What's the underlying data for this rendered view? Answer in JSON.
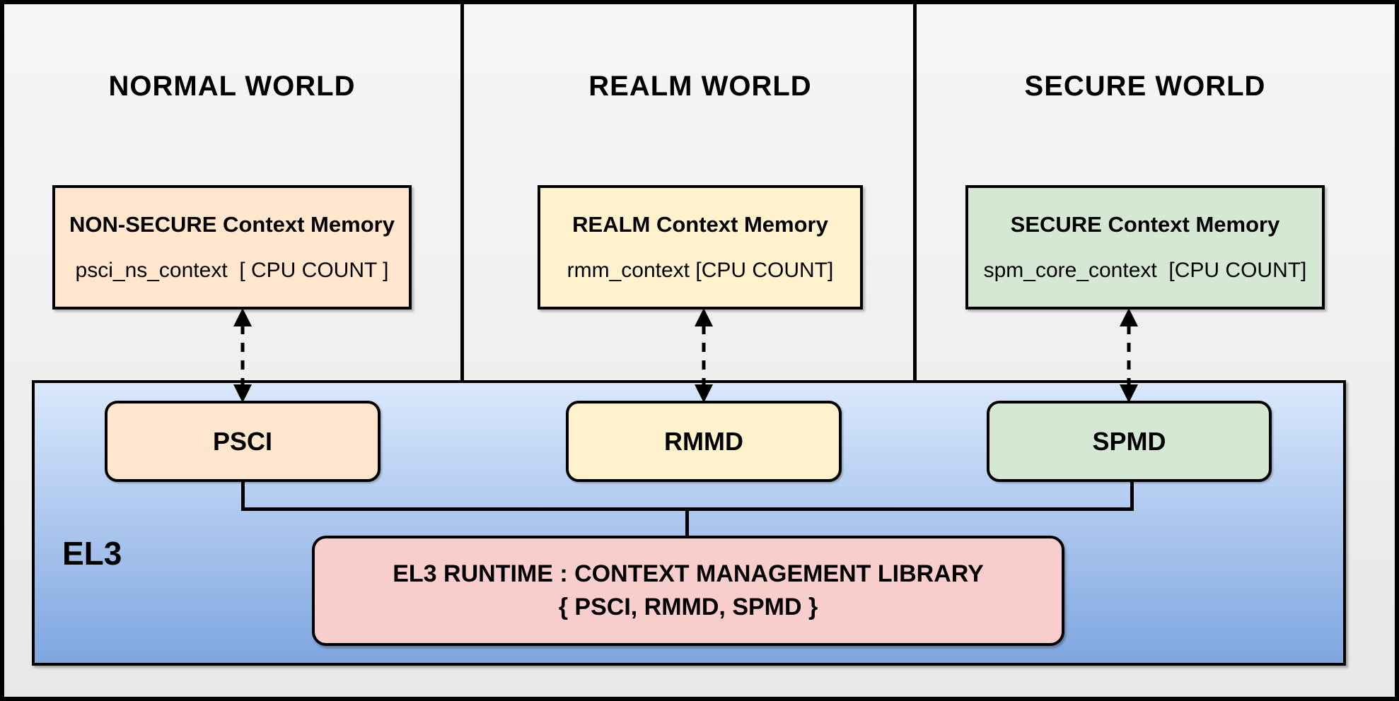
{
  "diagram": {
    "worlds": [
      {
        "title": "NORMAL WORLD",
        "memory": {
          "title": "NON-SECURE Context Memory",
          "subtitle": "psci_ns_context  [ CPU COUNT ]"
        },
        "component": "PSCI"
      },
      {
        "title": "REALM WORLD",
        "memory": {
          "title": "REALM Context Memory",
          "subtitle": "rmm_context [CPU COUNT]"
        },
        "component": "RMMD"
      },
      {
        "title": "SECURE WORLD",
        "memory": {
          "title": "SECURE Context Memory",
          "subtitle": "spm_core_context  [CPU COUNT]"
        },
        "component": "SPMD"
      }
    ],
    "el3": {
      "label": "EL3",
      "runtime_line1": "EL3 RUNTIME : CONTEXT MANAGEMENT LIBRARY",
      "runtime_line2": "{ PSCI, RMMD, SPMD }"
    },
    "colors": {
      "normal_fill": "#FFE6CC",
      "realm_fill": "#FFF2CC",
      "secure_fill": "#D5E8D4",
      "runtime_fill": "#F8CECC",
      "el3_gradient_top": "#DAE8FC",
      "el3_gradient_bottom": "#7EA6E0",
      "border": "#000000"
    }
  }
}
